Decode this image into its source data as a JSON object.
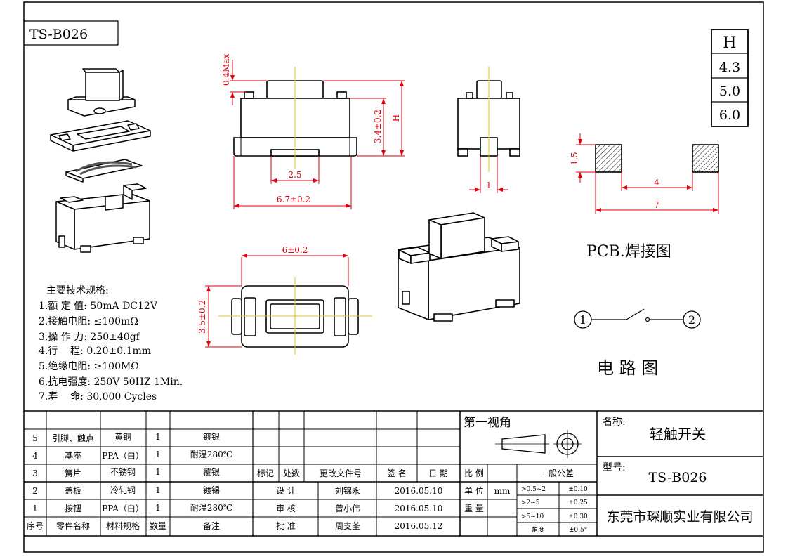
{
  "part_label": "TS-B026",
  "h_table": {
    "header": "H",
    "values": [
      "4.3",
      "5.0",
      "6.0"
    ]
  },
  "dims": {
    "max_height": "0.4Max",
    "body_height": "3.4±0.2",
    "h_label": "H",
    "pin_spacing": "2.5",
    "width": "6.7±0.2",
    "side_pin": "1",
    "top_length": "6±0.2",
    "top_width": "3.5±0.2",
    "pad_height": "1.5",
    "pad_inner": "4",
    "pad_outer": "7"
  },
  "pcb_title": "PCB.焊接图",
  "circuit": {
    "title": "电 路 图",
    "node1": "1",
    "node2": "2"
  },
  "specs": {
    "title": "主要技术规格:",
    "items": [
      "1.额 定 值: 50mA DC12V",
      "2.接触电阻: ≤100mΩ",
      "3.操 作 力: 250±40gf",
      "4.行    程: 0.20±0.1mm",
      "5.绝缘电阻: ≥100MΩ",
      "6.抗电强度: 250V 50HZ 1Min.",
      "7.寿    命: 30,000 Cycles"
    ]
  },
  "bom": {
    "rows": [
      {
        "no": "5",
        "name": "引脚、触点",
        "material": "黄铜",
        "qty": "1",
        "note": "镀银"
      },
      {
        "no": "4",
        "name": "基座",
        "material": "PPA（白）",
        "qty": "1",
        "note": "耐温280℃"
      },
      {
        "no": "3",
        "name": "簧片",
        "material": "不锈钢",
        "qty": "1",
        "note": "覆银"
      },
      {
        "no": "2",
        "name": "盖板",
        "material": "冷轧钢",
        "qty": "1",
        "note": "镀锡"
      },
      {
        "no": "1",
        "name": "按钮",
        "material": "PPA（白）",
        "qty": "1",
        "note": "耐温280℃"
      }
    ],
    "header": {
      "no": "序号",
      "name": "零件名称",
      "material": "材料规格",
      "qty": "数量",
      "note": "备注"
    }
  },
  "revision": {
    "mark": "标记",
    "count": "处数",
    "doc": "更改文件号",
    "sign": "签 名",
    "date": "日 期"
  },
  "approvals": [
    {
      "role": "设 计",
      "name": "刘锦永",
      "date": "2016.05.10"
    },
    {
      "role": "审 核",
      "name": "曾小伟",
      "date": "2016.05.10"
    },
    {
      "role": "批 准",
      "name": "周支荃",
      "date": "2016.05.12"
    }
  ],
  "projection": {
    "title": "第一视角"
  },
  "scale": {
    "ratio": "比 例",
    "unit": "单 位",
    "unit_value": "mm",
    "weight": "重 量"
  },
  "tolerance": {
    "title": "一般公差",
    "rows": [
      {
        "range": ">0.5~2",
        "value": "±0.10"
      },
      {
        "range": ">2~5",
        "value": "±0.25"
      },
      {
        "range": ">5~10",
        "value": "±0.30"
      },
      {
        "range": "角度",
        "value": "±0.5°"
      }
    ]
  },
  "title_block": {
    "name_label": "名称:",
    "name_value": "轻触开关",
    "model_label": "型号:",
    "model_value": "TS-B026",
    "company": "东莞市琛顺实业有限公司"
  }
}
